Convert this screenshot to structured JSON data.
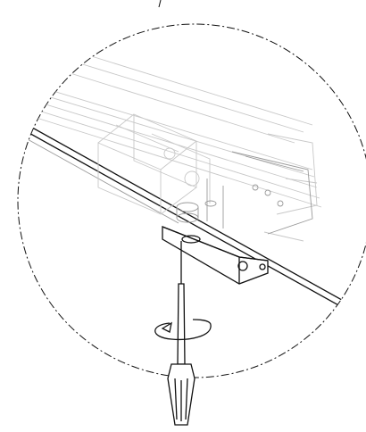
{
  "figure": {
    "kind": "assembly-instruction-detail",
    "callout_shape": "circle",
    "callout_border": "dash-dot",
    "line_color": "#111111",
    "ghost_line_color": "#c8c8c8",
    "background": "#ffffff",
    "icons": [
      "rotate-arrow-icon",
      "screwdriver-icon"
    ]
  }
}
